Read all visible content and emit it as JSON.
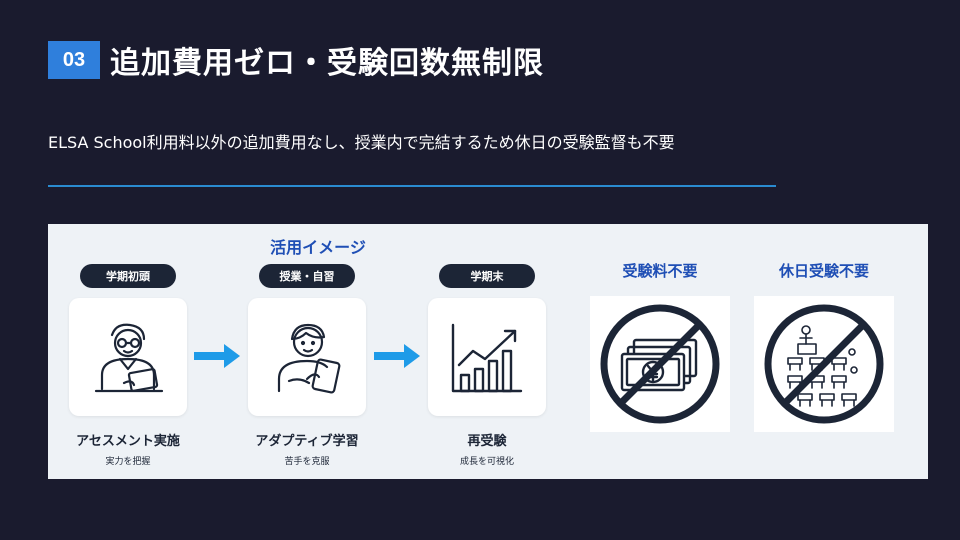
{
  "header": {
    "number": "03",
    "title": "追加費用ゼロ・受験回数無制限"
  },
  "subtitle": "ELSA School利用料以外の追加費用なし、授業内で完結するため休日の受験監督も不要",
  "panel": {
    "title": "活用イメージ",
    "steps": [
      {
        "pill": "学期初頭",
        "label": "アセスメント実施",
        "sub": "実力を把握",
        "icon": "teacher-tablet-icon"
      },
      {
        "pill": "授業・自習",
        "label": "アダプティブ学習",
        "sub": "苦手を克服",
        "icon": "student-tablet-icon"
      },
      {
        "pill": "学期末",
        "label": "再受験",
        "sub": "成長を可視化",
        "icon": "growth-chart-icon"
      }
    ],
    "no_items": [
      {
        "title": "受験料不要",
        "icon": "no-yen-bills-icon"
      },
      {
        "title": "休日受験不要",
        "icon": "no-exam-hall-icon"
      }
    ]
  },
  "colors": {
    "background": "#1a1b2e",
    "accent": "#2f7fdc",
    "divider": "#2a8bd0",
    "panel": "#eef2f6",
    "panel_heading": "#1f4fb5",
    "pill": "#1c2536",
    "arrow": "#1e9be8"
  }
}
